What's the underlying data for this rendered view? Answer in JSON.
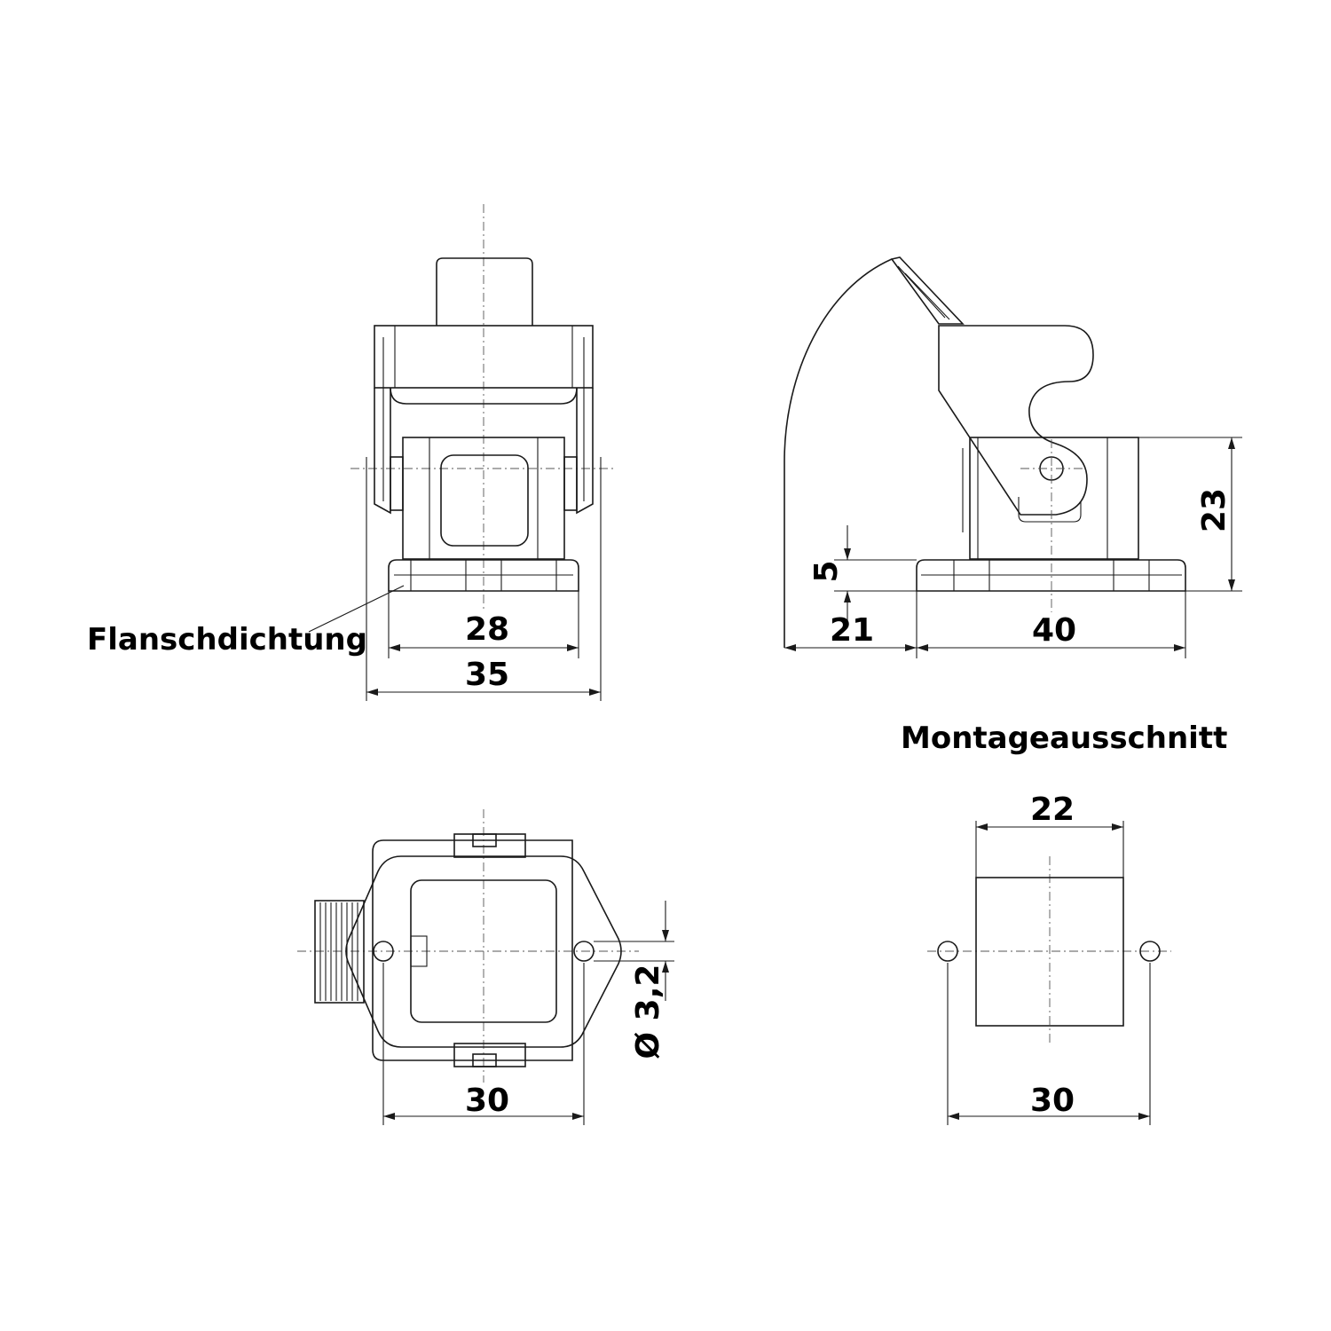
{
  "labels": {
    "flange_gasket": "Flanschdichtung",
    "mounting_cutout": "Montageausschnitt"
  },
  "dimensions": {
    "front_gasket_width": "28",
    "front_total_width": "35",
    "side_flange_height": "5",
    "side_offset": "21",
    "side_base_length": "40",
    "side_height": "23",
    "top_hole_pitch": "30",
    "top_hole_diameter": "Ø 3,2",
    "cutout_width": "22",
    "cutout_hole_pitch": "30"
  },
  "colors": {
    "line": "#1a1a1a",
    "background": "#ffffff"
  }
}
